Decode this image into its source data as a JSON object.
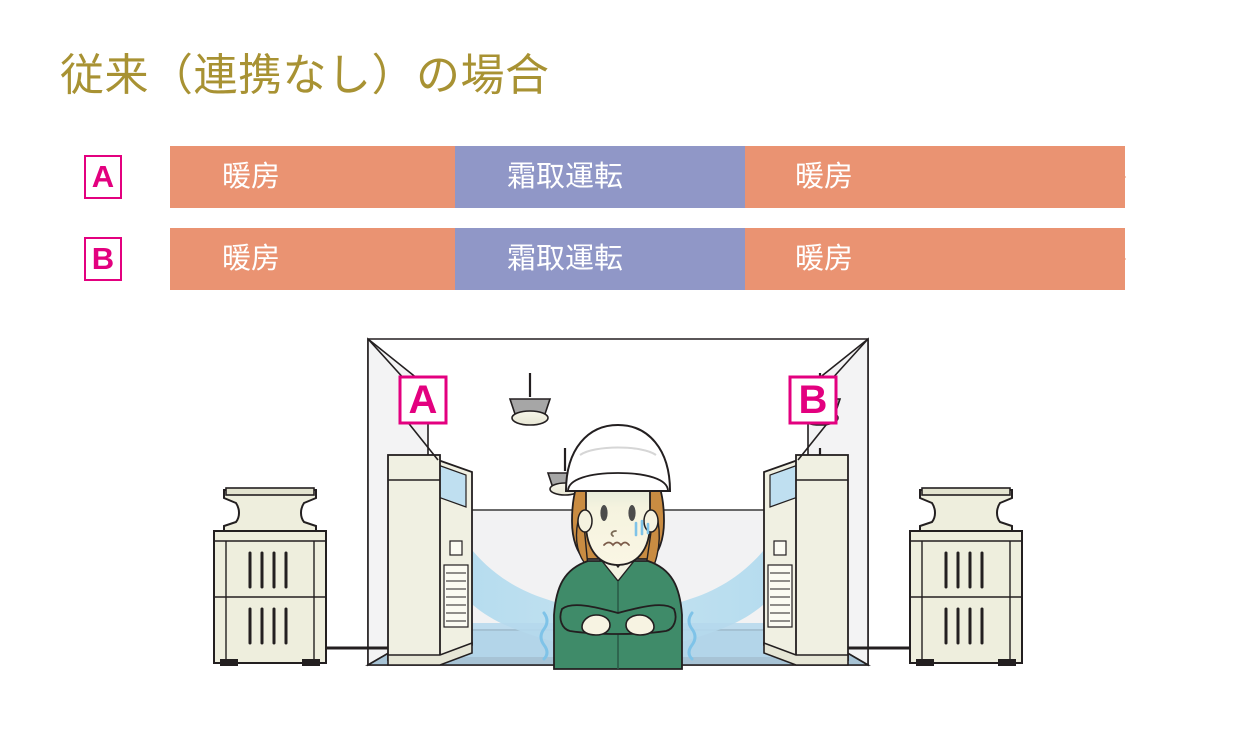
{
  "header": {
    "title": "従来（連携なし）の場合"
  },
  "timeline": {
    "rows": [
      {
        "badge": "A",
        "segments": [
          {
            "label": "暖房",
            "kind": "heating",
            "color": "#ea9372"
          },
          {
            "label": "霜取運転",
            "kind": "defrost",
            "color": "#9097c7"
          },
          {
            "label": "暖房",
            "kind": "heating",
            "color": "#ea9372"
          }
        ]
      },
      {
        "badge": "B",
        "segments": [
          {
            "label": "暖房",
            "kind": "heating",
            "color": "#ea9372"
          },
          {
            "label": "霜取運転",
            "kind": "defrost",
            "color": "#9097c7"
          },
          {
            "label": "暖房",
            "kind": "heating",
            "color": "#ea9372"
          }
        ]
      }
    ]
  },
  "illustration": {
    "unit_labels": {
      "left": "A",
      "right": "B"
    },
    "ceiling_light_count": 4,
    "worker": {
      "state": "shivering",
      "helmet_color": "#ffffff",
      "uniform_color": "#3f8b69"
    },
    "airflow": {
      "description": "cold-air-flow",
      "color": "#aed9ee"
    },
    "floor_color": "#a7c3d5",
    "wall_color": "#f2f2f3",
    "unit_body_color": "#eeeedd"
  },
  "colors": {
    "title": "#a89233",
    "badge_magenta": "#e3007f",
    "heating_orange": "#ea9372",
    "defrost_purple": "#9097c7",
    "background": "#ffffff"
  }
}
